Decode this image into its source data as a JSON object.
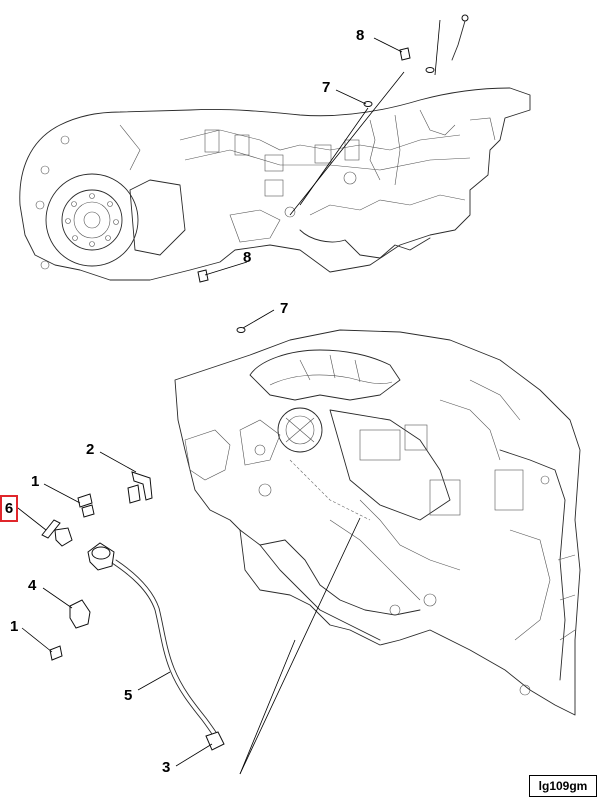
{
  "callouts": {
    "c1_top": "1",
    "c1_bottom": "1",
    "c2": "2",
    "c3": "3",
    "c4": "4",
    "c5": "5",
    "c6": "6",
    "c7_top": "7",
    "c7_bottom": "7",
    "c8_top": "8",
    "c8_bottom": "8"
  },
  "figure_ref": "lg109gm",
  "colors": {
    "highlight": "#e0262b",
    "ink": "#000000"
  }
}
